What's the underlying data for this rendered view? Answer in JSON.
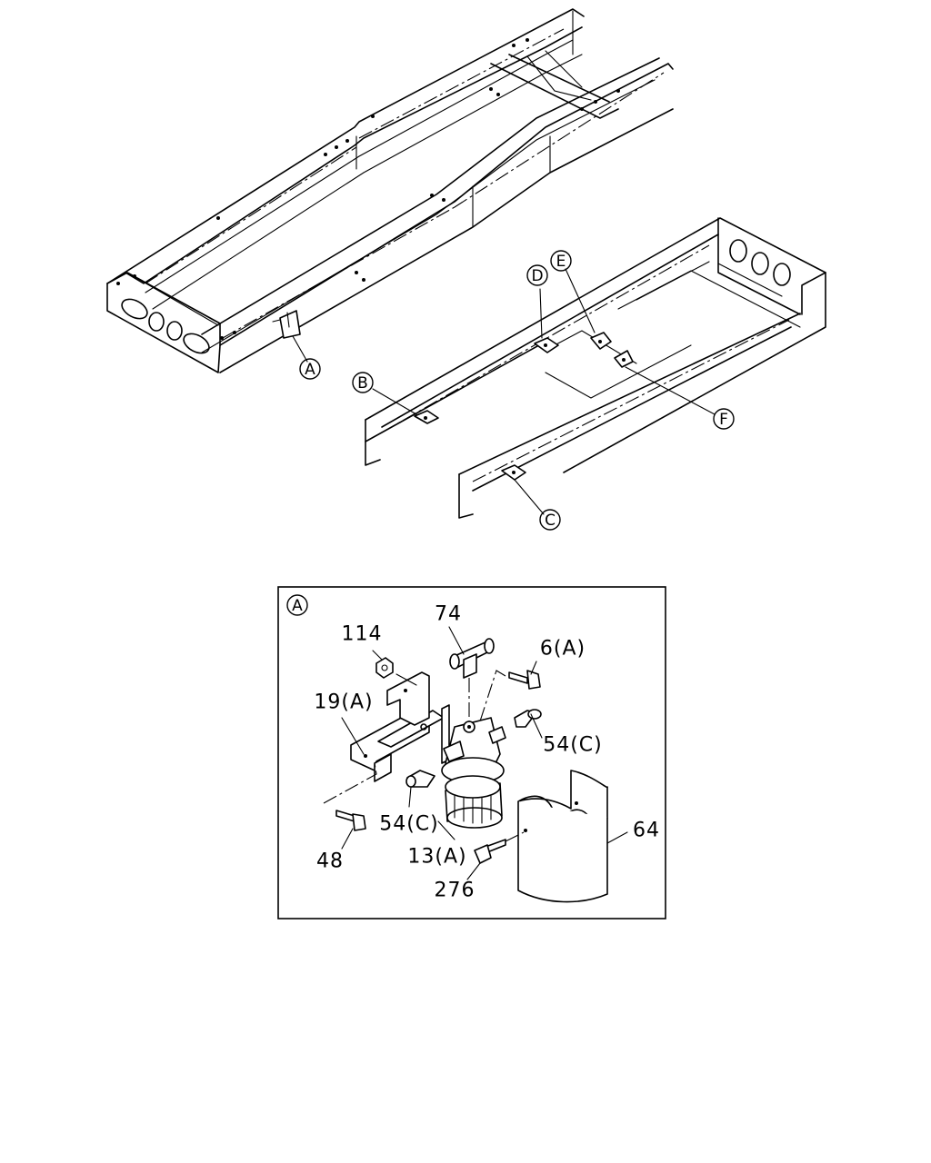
{
  "overview": {
    "callouts": [
      {
        "id": "callout-a",
        "letter": "A"
      },
      {
        "id": "callout-b",
        "letter": "B"
      },
      {
        "id": "callout-c",
        "letter": "C"
      },
      {
        "id": "callout-d",
        "letter": "D"
      },
      {
        "id": "callout-e",
        "letter": "E"
      },
      {
        "id": "callout-f",
        "letter": "F"
      }
    ]
  },
  "detail": {
    "view_letter": "A",
    "parts": [
      {
        "id": "part-74",
        "label": "74"
      },
      {
        "id": "part-114",
        "label": "114"
      },
      {
        "id": "part-6a",
        "label": "6(A)"
      },
      {
        "id": "part-19a",
        "label": "19(A)"
      },
      {
        "id": "part-54c-right",
        "label": "54(C)"
      },
      {
        "id": "part-54c-left",
        "label": "54(C)"
      },
      {
        "id": "part-13a",
        "label": "13(A)"
      },
      {
        "id": "part-48",
        "label": "48"
      },
      {
        "id": "part-64",
        "label": "64"
      },
      {
        "id": "part-276",
        "label": "276"
      }
    ]
  }
}
